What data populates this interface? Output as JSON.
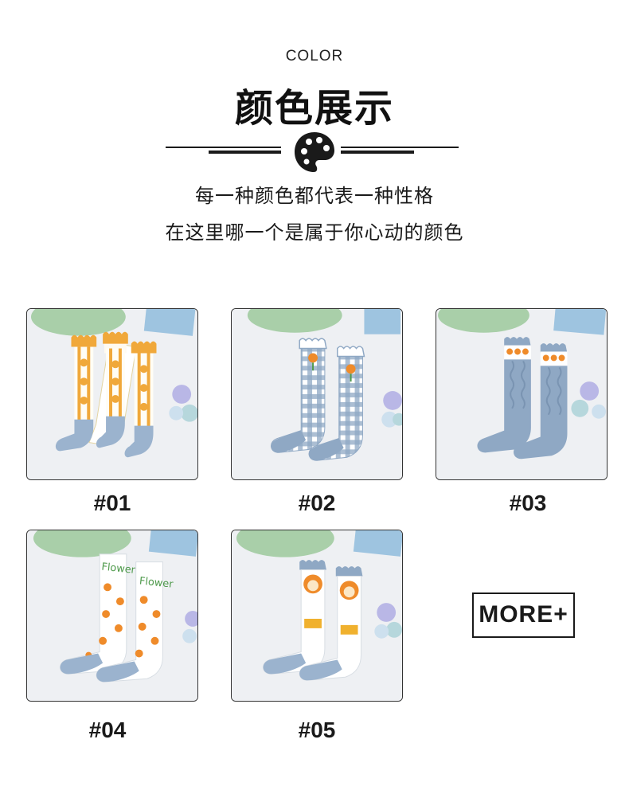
{
  "header": {
    "subtitle_en": "COLOR",
    "title_cn": "颜色展示"
  },
  "description": {
    "line1": "每一种颜色都代表一种性格",
    "line2": "在这里哪一个是属于你心动的颜色"
  },
  "products": [
    {
      "label": "#01",
      "icon": "orange-flower-stripe-socks-image"
    },
    {
      "label": "#02",
      "icon": "blue-gingham-tulip-socks-image"
    },
    {
      "label": "#03",
      "icon": "blue-cable-knit-tulip-socks-image"
    },
    {
      "label": "#04",
      "icon": "white-orange-flower-socks-image"
    },
    {
      "label": "#05",
      "icon": "white-orange-face-flower-socks-image"
    }
  ],
  "sock_text": "Flower",
  "more_label": "MORE+",
  "colors": {
    "accent_orange": "#f0a83a",
    "accent_blue": "#8fa8c4",
    "text": "#1a1a1a"
  }
}
